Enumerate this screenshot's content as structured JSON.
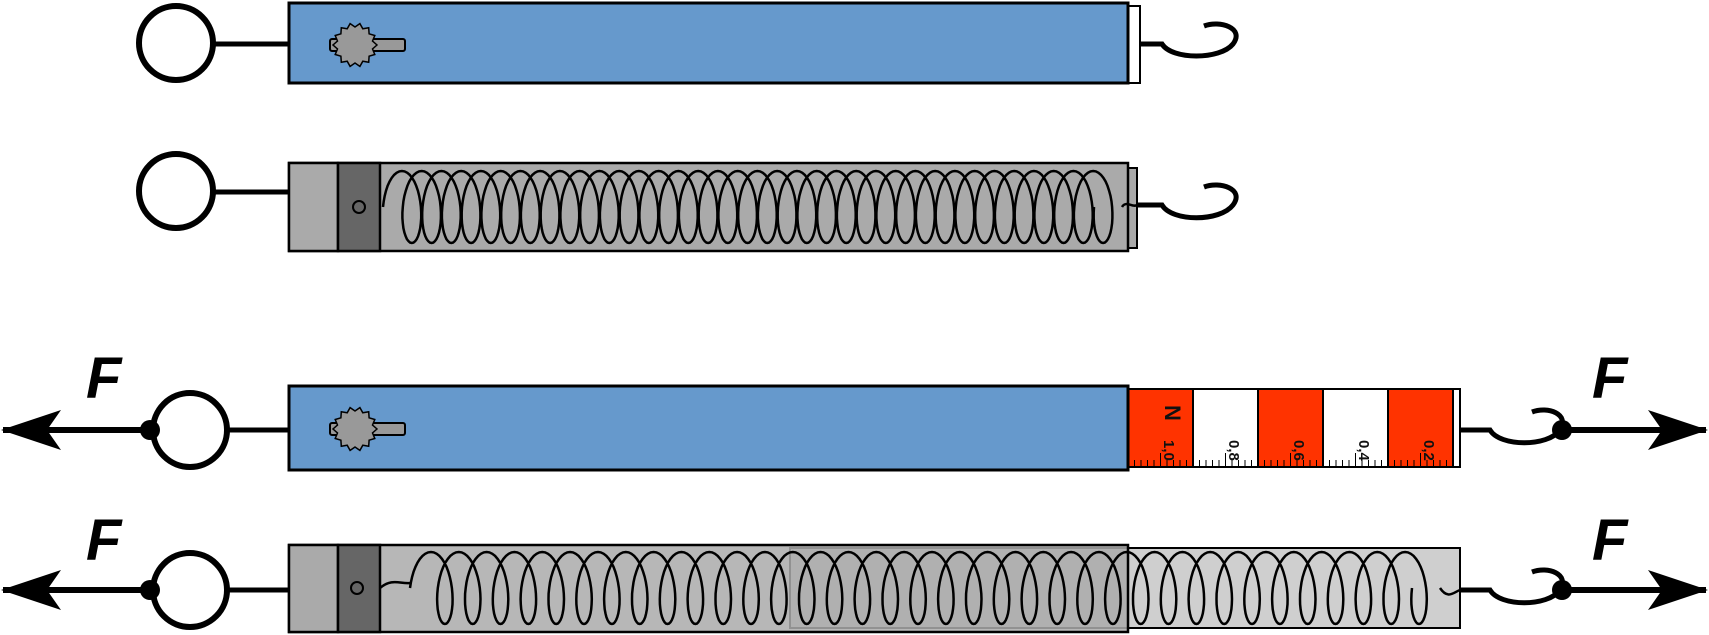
{
  "force_label": "F",
  "scale": {
    "unit": "N",
    "labels": [
      "1,0",
      "0,8",
      "0,6",
      "0,4",
      "0,2"
    ]
  },
  "colors": {
    "casing": "#6699cc",
    "spring_tube": "#aaaaaa",
    "tube_dark": "#666666",
    "tube_light": "#cfcfcf",
    "scale_red": "#ff3300",
    "scale_white": "#ffffff",
    "stroke": "#000000"
  }
}
